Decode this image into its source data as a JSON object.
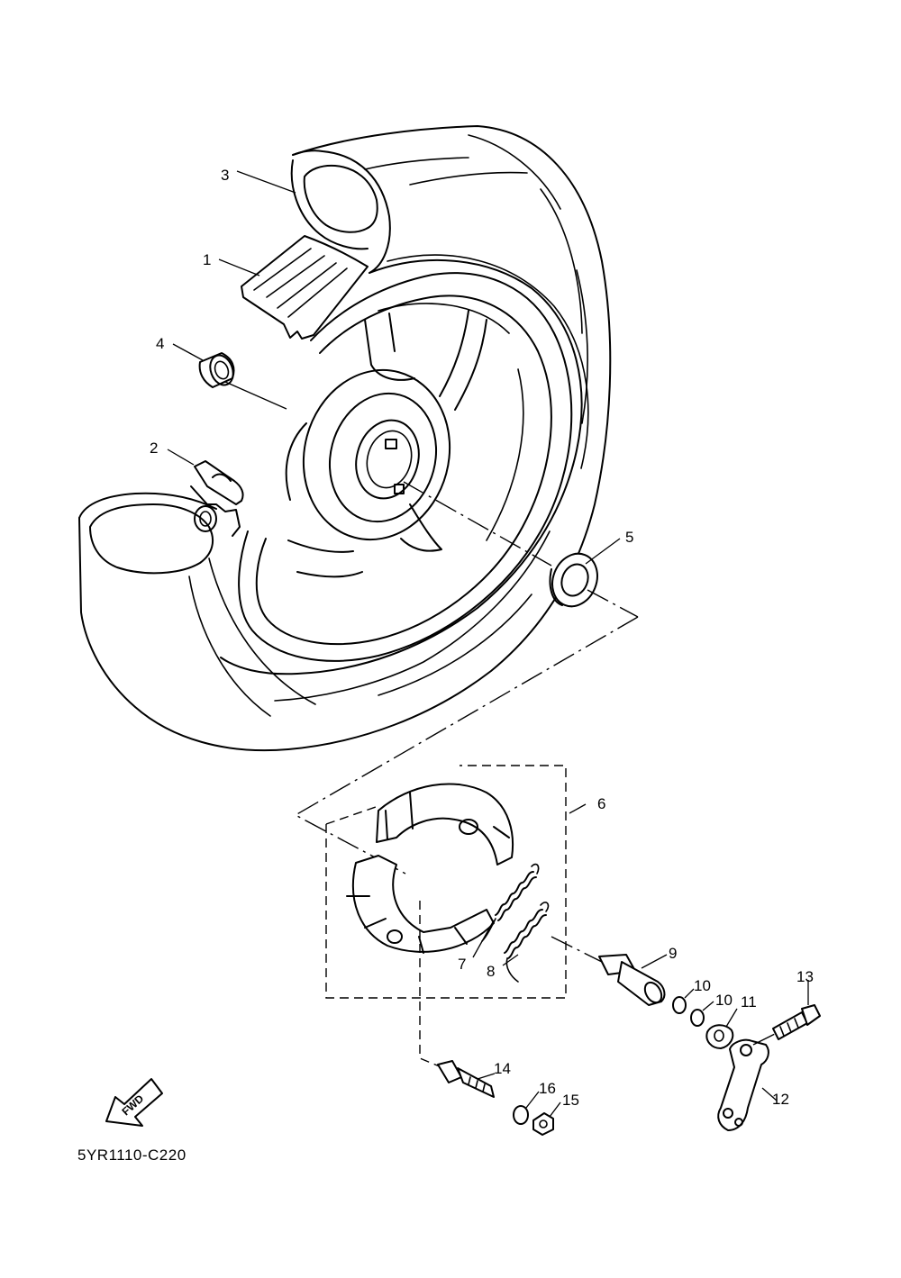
{
  "diagram": {
    "drawing_code": "5YR1110-C220",
    "fwd_label": "FWD",
    "callouts": [
      {
        "id": "c1",
        "text": "1"
      },
      {
        "id": "c2",
        "text": "2"
      },
      {
        "id": "c3",
        "text": "3"
      },
      {
        "id": "c4",
        "text": "4"
      },
      {
        "id": "c5",
        "text": "5"
      },
      {
        "id": "c6",
        "text": "6"
      },
      {
        "id": "c7",
        "text": "7"
      },
      {
        "id": "c8",
        "text": "8"
      },
      {
        "id": "c9",
        "text": "9"
      },
      {
        "id": "c10a",
        "text": "10"
      },
      {
        "id": "c10b",
        "text": "10"
      },
      {
        "id": "c11",
        "text": "11"
      },
      {
        "id": "c12",
        "text": "12"
      },
      {
        "id": "c13",
        "text": "13"
      },
      {
        "id": "c14",
        "text": "14"
      },
      {
        "id": "c15",
        "text": "15"
      },
      {
        "id": "c16",
        "text": "16"
      }
    ]
  }
}
